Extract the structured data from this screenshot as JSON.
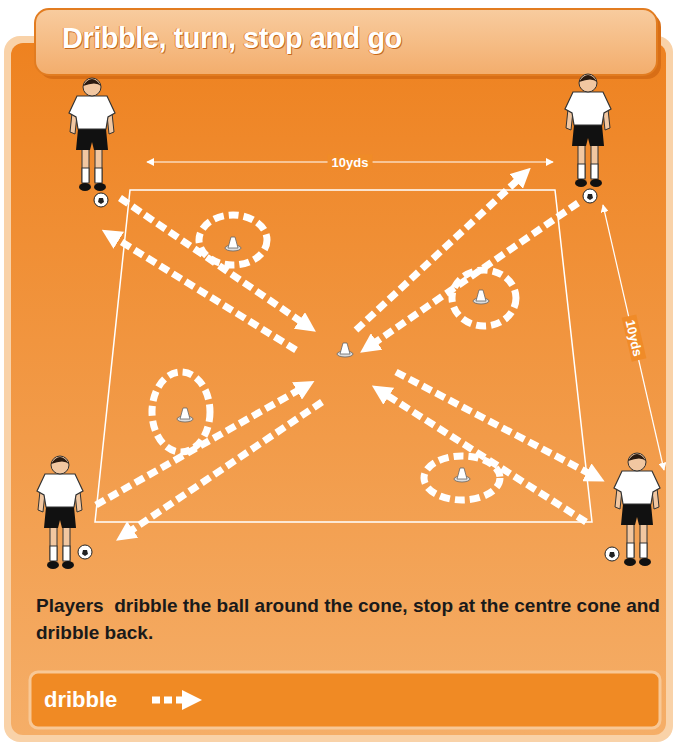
{
  "diagram": {
    "title": "Dribble, turn, stop and go",
    "caption": "Players  dribble the ball around the cone, stop at the centre cone and dribble back.",
    "labels": [
      "10yds",
      "10yds"
    ],
    "legend": [
      {
        "text": "dribble"
      }
    ]
  }
}
